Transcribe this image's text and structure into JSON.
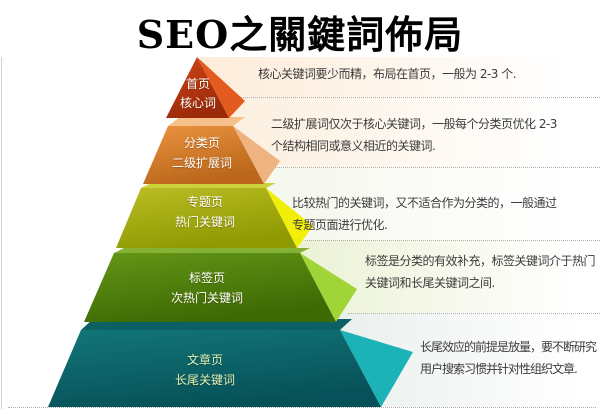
{
  "title": "SEO之關鍵詞佈局",
  "pyramid": {
    "tiers": [
      {
        "page": "首页",
        "keyword": "核心词",
        "description": "核心关键词要少而精，布局在首页，一般为 2-3 个."
      },
      {
        "page": "分类页",
        "keyword": "二级扩展词",
        "description": "二级扩展词仅次于核心关键词，一般每个分类页优化 2-3\n个结构相同或意义相近的关键词."
      },
      {
        "page": "专题页",
        "keyword": "热门关键词",
        "description": "比较热门的关键词，又不适合作为分类的，一般通过\n专题页面进行优化."
      },
      {
        "page": "标签页",
        "keyword": "次热门关键词",
        "description": "标签是分类的有效补充，标签关键词介于热门\n关键词和长尾关键词之间."
      },
      {
        "page": "文章页",
        "keyword": "长尾关键词",
        "description": "长尾效应的前提是放量，要不断研究\n用户搜索习惯并针对性组织文章."
      }
    ]
  },
  "colors": {
    "tiers": [
      {
        "front_top": "#cf4717",
        "front_bottom": "#9b2a09",
        "side": "#e35b1e",
        "top": "#e77a3a"
      },
      {
        "front_top": "#eb9340",
        "front_bottom": "#bb661a",
        "side": "#efb281",
        "top": "#f7c08b"
      },
      {
        "front_top": "#bbbd25",
        "front_bottom": "#8f9a01",
        "side": "#f1ef05",
        "top": "#cdd13c"
      },
      {
        "front_top": "#649617",
        "front_bottom": "#3d6a04",
        "side": "#a1d436",
        "top": "#86b233"
      },
      {
        "front_top": "#127678",
        "front_bottom": "#07525a",
        "side": "#1bb3b7",
        "top": "#0c6064"
      }
    ],
    "bands": [
      "#fdecd9",
      "#fcefdf",
      "#f4f7ec",
      "#eaf1d3",
      "#e9efec"
    ],
    "separator": "#b0b0b0",
    "title_color": "#000000"
  }
}
